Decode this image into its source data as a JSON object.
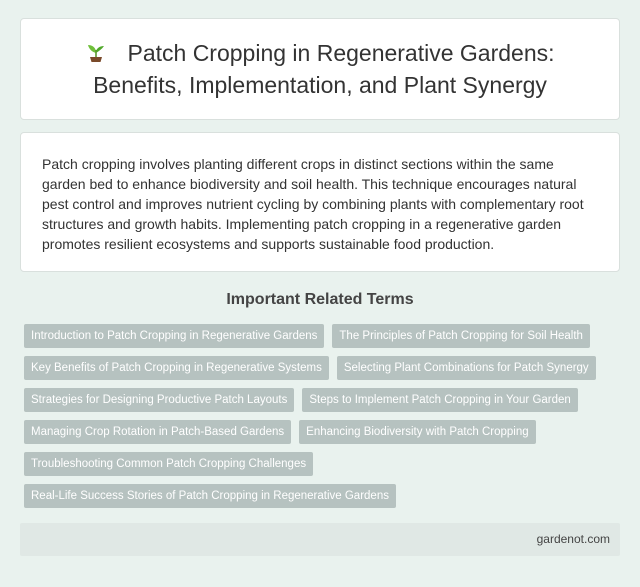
{
  "header": {
    "icon": "sprout-icon",
    "title_line1": "Patch Cropping in Regenerative Gardens:",
    "title_line2": "Benefits, Implementation, and Plant Synergy"
  },
  "intro": {
    "text": "Patch cropping involves planting different crops in distinct sections within the same garden bed to enhance biodiversity and soil health. This technique encourages natural pest control and improves nutrient cycling by combining plants with complementary root structures and growth habits. Implementing patch cropping in a regenerative garden promotes resilient ecosystems and supports sustainable food production."
  },
  "related": {
    "heading": "Important Related Terms",
    "tags": [
      "Introduction to Patch Cropping in Regenerative Gardens",
      "The Principles of Patch Cropping for Soil Health",
      "Key Benefits of Patch Cropping in Regenerative Systems",
      "Selecting Plant Combinations for Patch Synergy",
      "Strategies for Designing Productive Patch Layouts",
      "Steps to Implement Patch Cropping in Your Garden",
      "Managing Crop Rotation in Patch-Based Gardens",
      "Enhancing Biodiversity with Patch Cropping",
      "Troubleshooting Common Patch Cropping Challenges",
      "Real-Life Success Stories of Patch Cropping in Regenerative Gardens"
    ]
  },
  "footer": {
    "site": "gardenot.com"
  },
  "colors": {
    "background": "#e9f2ee",
    "card": "#ffffff",
    "tag": "#b6c2c0",
    "footer": "#e0e8e5"
  }
}
